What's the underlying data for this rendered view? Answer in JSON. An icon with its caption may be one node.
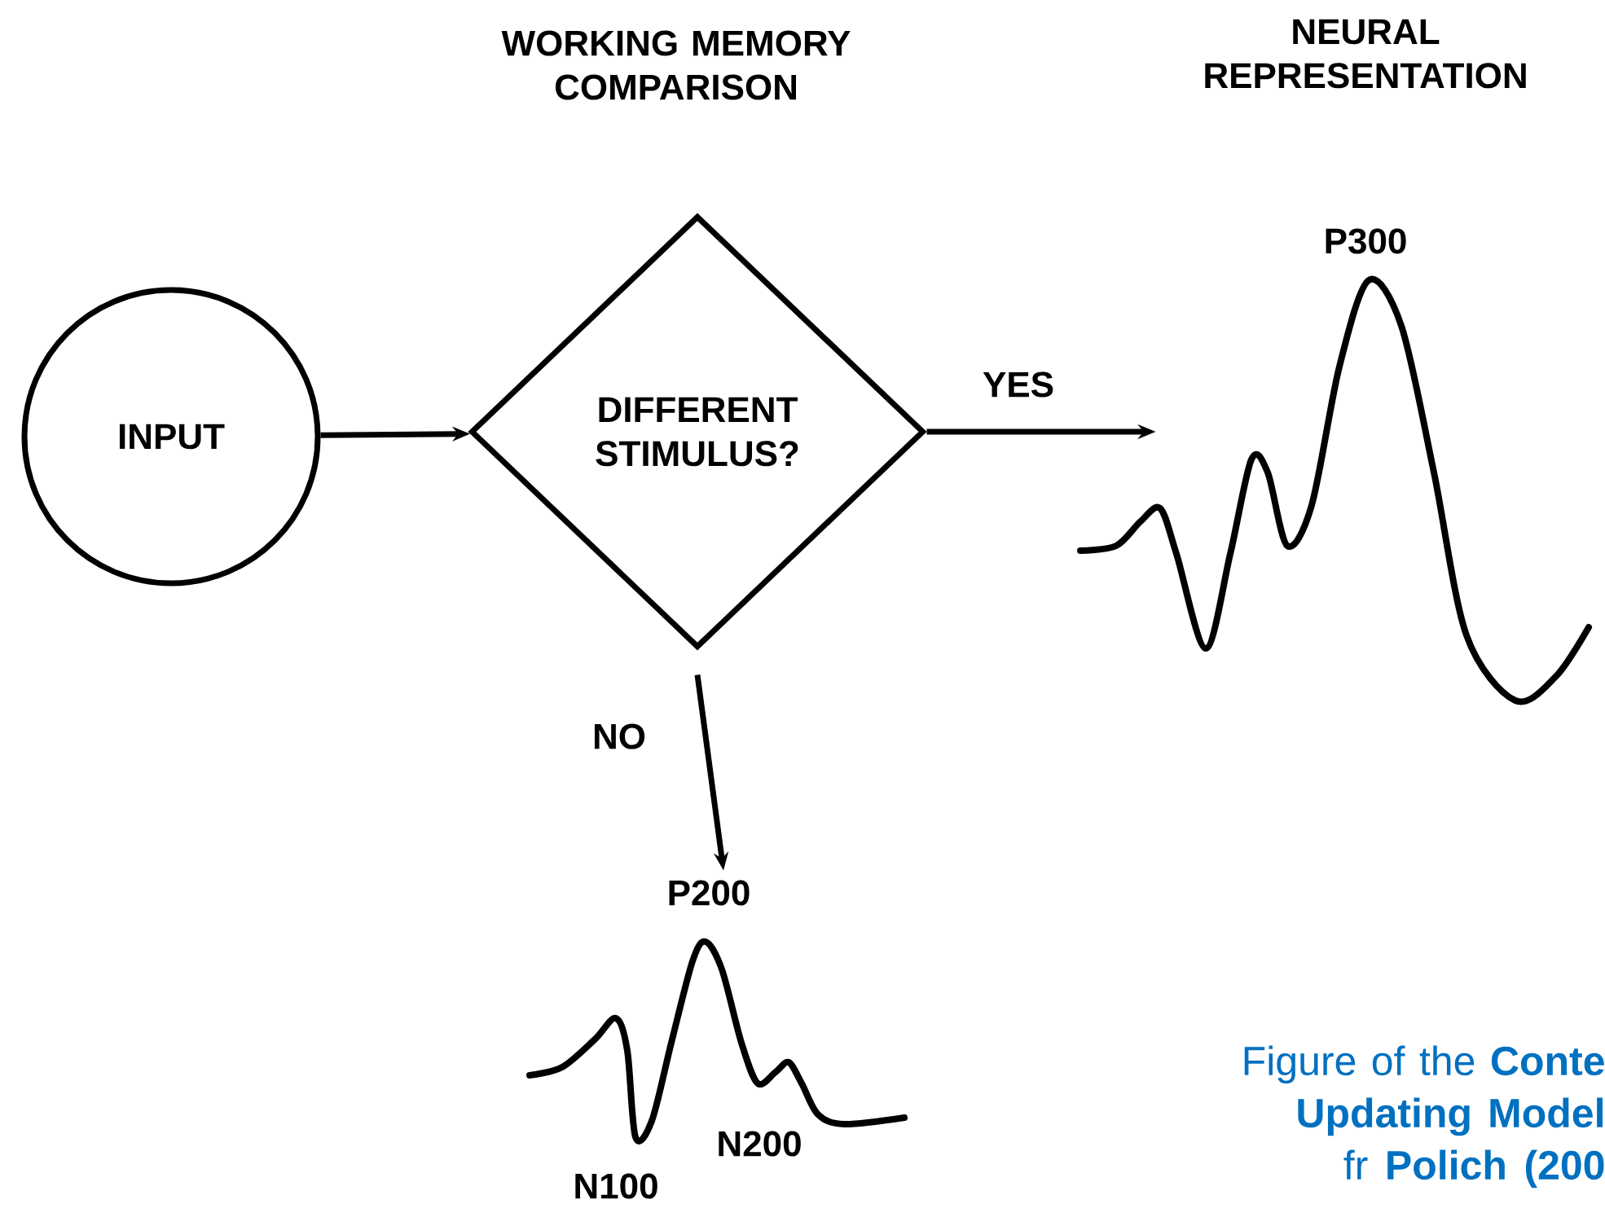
{
  "diagram": {
    "caption": "Figure of the **Conte Updating Model** fr **Polich (200**",
    "nodes": [
      {
        "text": [
          "INPUT"
        ]
      },
      {
        "text": [
          "DIFFERENT STIMULUS?"
        ]
      },
      {
        "text": [
          "P300"
        ]
      },
      {
        "text": [
          "P200",
          "N100",
          "N200"
        ]
      }
    ],
    "edges": [
      {
        "from": 0,
        "to": 1,
        "arrow": "to"
      },
      {
        "from": 1,
        "to": 2,
        "arrow": "to",
        "label": "YES"
      },
      {
        "from": 1,
        "to": 3,
        "arrow": "to",
        "label": "NO"
      }
    ],
    "labels": [
      "WORKING MEMORY COMPARISON",
      "NEURAL REPRESENTATION"
    ]
  }
}
